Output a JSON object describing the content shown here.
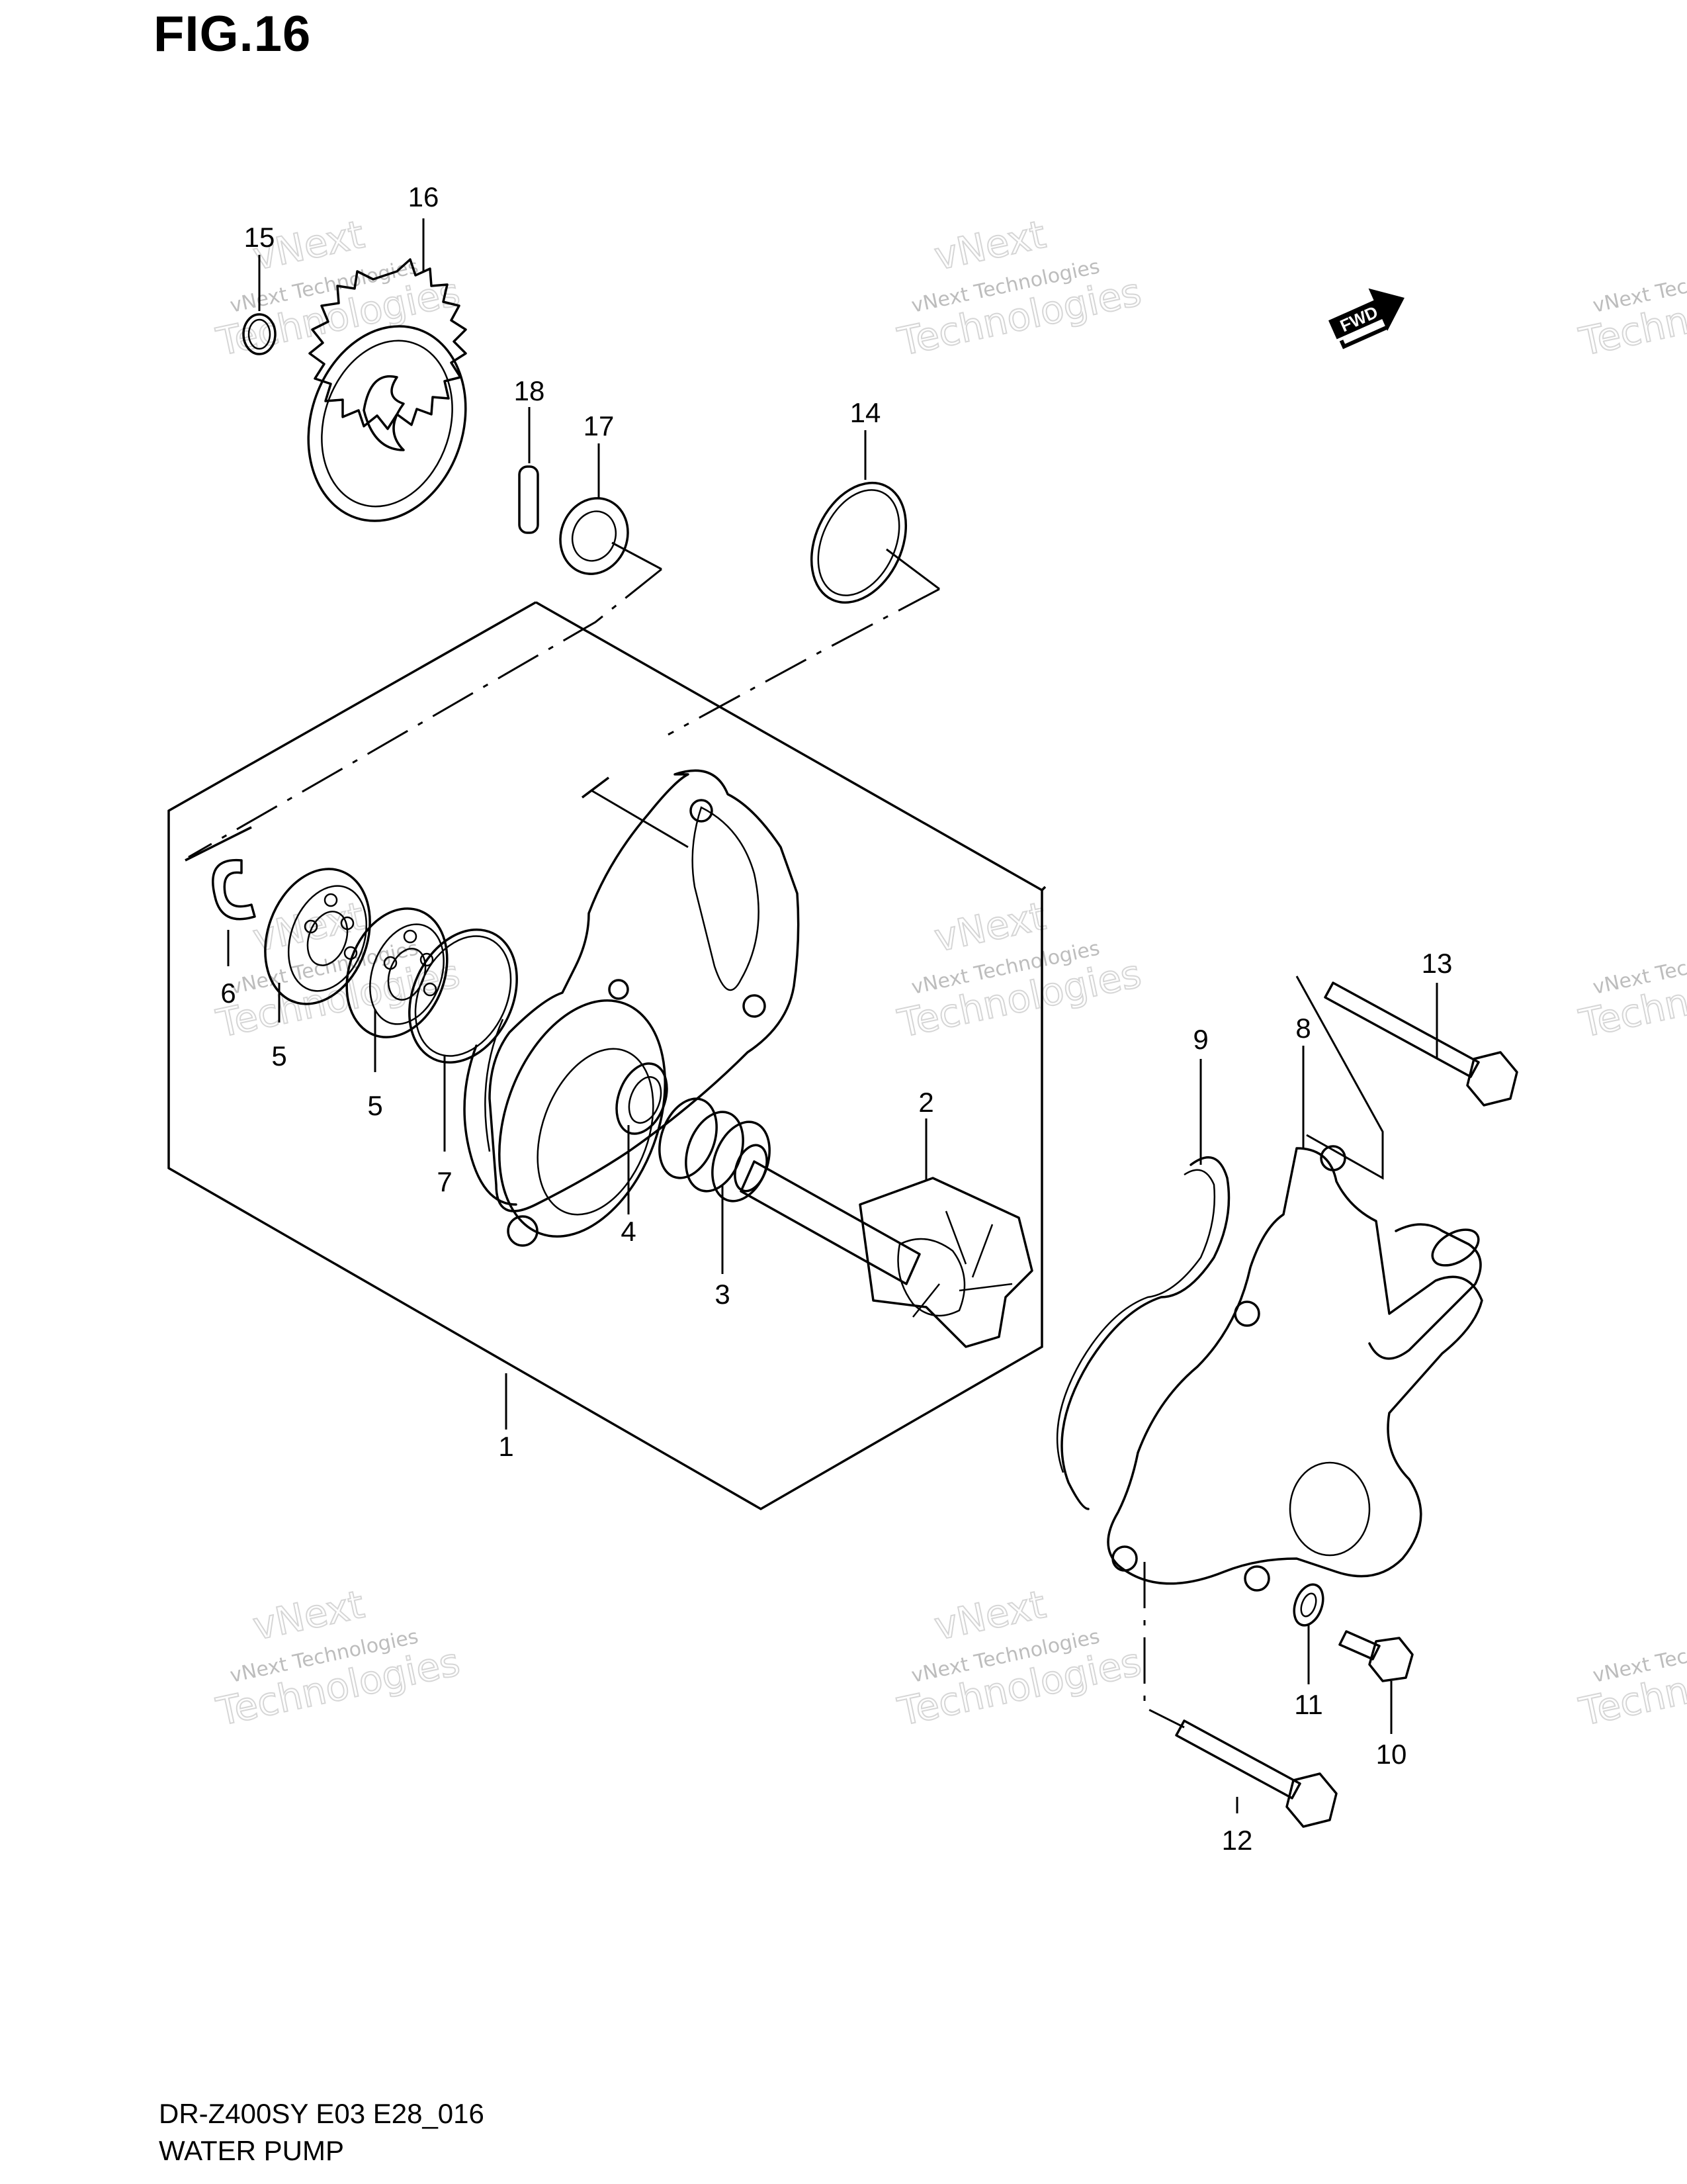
{
  "figure": {
    "title": "FIG.16",
    "model_code": "DR-Z400SY E03 E28_016",
    "assembly_name": "WATER PUMP"
  },
  "callouts": [
    "1",
    "2",
    "3",
    "4",
    "5",
    "5",
    "6",
    "7",
    "8",
    "9",
    "10",
    "11",
    "12",
    "13",
    "14",
    "15",
    "16",
    "17",
    "18"
  ],
  "direction_badge": {
    "label": "FWD",
    "icon": "forward-arrow-icon"
  },
  "watermark": {
    "small": "vNext Technologies",
    "large": "Technologies",
    "top": "vNext",
    "color": "#bdbdbd"
  },
  "colors": {
    "line": "#000000",
    "background": "#ffffff"
  }
}
